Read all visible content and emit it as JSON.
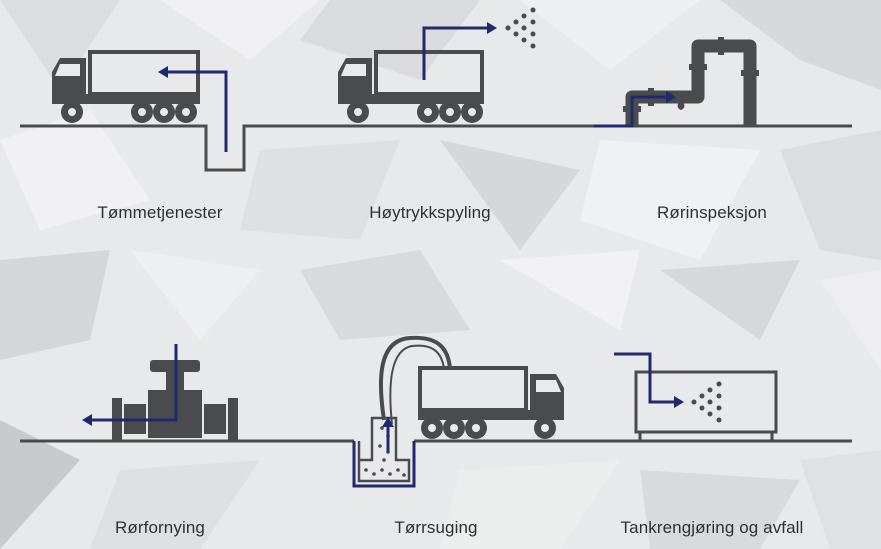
{
  "services": [
    {
      "label": "Tømmetjenester",
      "icon": "vacuum-truck-icon"
    },
    {
      "label": "Høytrykkspyling",
      "icon": "high-pressure-truck-icon"
    },
    {
      "label": "Rørinspeksjon",
      "icon": "pipe-inspection-icon"
    },
    {
      "label": "Rørfornying",
      "icon": "pipe-valve-icon"
    },
    {
      "label": "Tørrsuging",
      "icon": "dry-suction-truck-icon"
    },
    {
      "label": "Tankrengjøring og avfall",
      "icon": "tank-cleaning-icon"
    }
  ],
  "colors": {
    "icon": "#4a4b4e",
    "arrow": "#1f2a6e",
    "text": "#2e3033"
  }
}
